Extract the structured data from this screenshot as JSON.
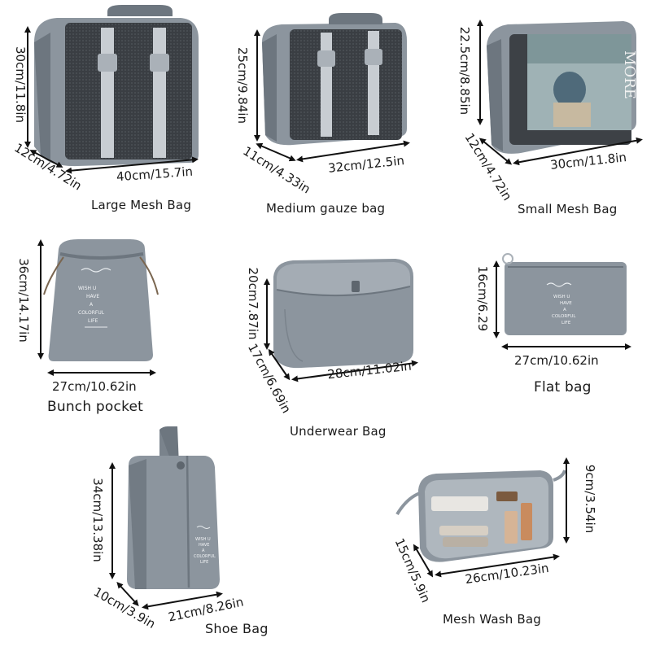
{
  "colors": {
    "bag": "#8c959e",
    "bag_dark": "#6d767f",
    "bag_light": "#a4acb4",
    "mesh": "#3d4146",
    "strap": "#c8cdd2",
    "arrow": "#111111"
  },
  "bags": [
    {
      "name": "Large Mesh Bag",
      "height": "30cm/11.8in",
      "depth": "12cm/4.72in",
      "width": "40cm/15.7in"
    },
    {
      "name": "Medium gauze bag",
      "height": "25cm/9.84in",
      "depth": "11cm/4.33in",
      "width": "32cm/12.5in"
    },
    {
      "name": "Small Mesh Bag",
      "height": "22.5cm/8.85in",
      "depth": "12cm/4.72in",
      "width": "30cm/11.8in",
      "magazine_text": "MORE"
    },
    {
      "name": "Bunch pocket",
      "height": "36cm/14.17in",
      "width": "27cm/10.62in",
      "print_lines": [
        "WISH U",
        "HAVE",
        "A",
        "COLORFUL",
        "LIFE"
      ]
    },
    {
      "name": "Underwear Bag",
      "height": "20cm7.87in",
      "depth": "17cm/6.69in",
      "width": "28cm/11.02in"
    },
    {
      "name": "Flat bag",
      "height": "16cm/6.29",
      "width": "27cm/10.62in",
      "print_lines": [
        "WISH U",
        "HAVE",
        "A",
        "COLORFUL",
        "LIFE"
      ]
    },
    {
      "name": "Shoe Bag",
      "height": "34cm/13.38in",
      "depth": "10cm/3.9in",
      "width": "21cm/8.26in",
      "print_lines": [
        "WISH U",
        "HAVE",
        "A",
        "COLORFUL",
        "LIFE"
      ]
    },
    {
      "name": "Mesh Wash Bag",
      "height": "9cm/3.54in",
      "depth": "15cm/5.9in",
      "width": "26cm/10.23in"
    }
  ]
}
